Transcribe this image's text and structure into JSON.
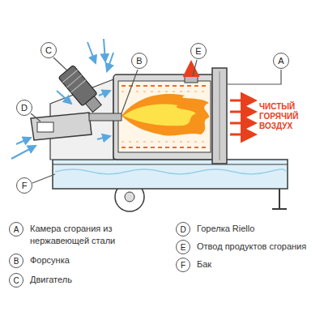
{
  "diagram": {
    "nodes": [
      {
        "text": [
          "C"
        ]
      },
      {
        "text": [
          "B"
        ]
      },
      {
        "text": [
          "E"
        ]
      },
      {
        "text": [
          "A"
        ]
      },
      {
        "text": [
          "D"
        ]
      },
      {
        "text": [
          "F"
        ]
      },
      {
        "text": [
          "A",
          "Камера сгорания из нержавеющей стали"
        ]
      },
      {
        "text": [
          "B",
          "Форсунка"
        ]
      },
      {
        "text": [
          "C",
          "Двигатель"
        ]
      },
      {
        "text": [
          "D",
          "Горелка Riello"
        ]
      },
      {
        "text": [
          "E",
          "Отвод продуктов сгорания"
        ]
      },
      {
        "text": [
          "F",
          "Бак"
        ]
      }
    ],
    "labels": [
      "ЧИСТЫЙ ГОРЯЧИЙ ВОЗДУХ"
    ]
  }
}
